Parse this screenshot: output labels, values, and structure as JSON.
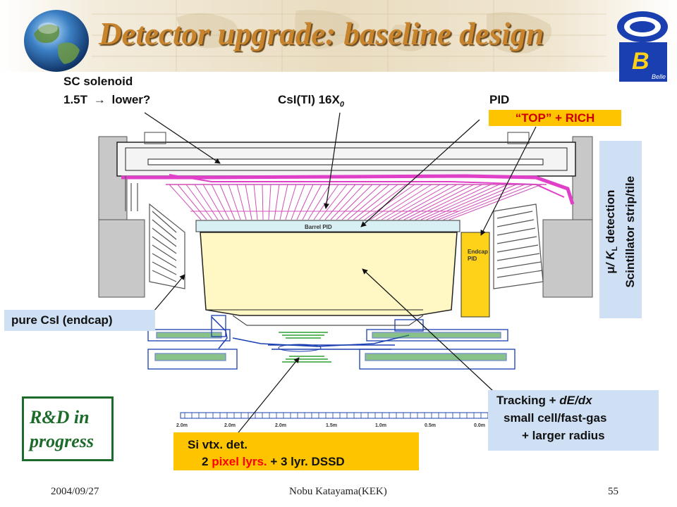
{
  "title": "Detector upgrade: baseline design",
  "labels": {
    "sc_solenoid_line1": "SC solenoid",
    "sc_solenoid_line2": "1.5T",
    "sc_solenoid_arrow": "→",
    "sc_solenoid_line2b": "lower?",
    "csi_main": "CsI(Tl) 16X",
    "csi_sub": "0",
    "pid": "PID",
    "top_rich": "“TOP” + RICH",
    "muon_line1_mu": "μ",
    "muon_line1_rest": "/ K",
    "muon_line1_sub": "L",
    "muon_line1_end": " detection",
    "muon_line2": "Scintillator strip/tile",
    "pure_csi": "pure CsI (endcap)",
    "rd_line1": "R&D in",
    "rd_line2": "progress",
    "si_line1": "Si vtx. det.",
    "si_line2_a": "2 ",
    "si_line2_red": "pixel lyrs.",
    "si_line2_b": " + 3 lyr. DSSD",
    "tracking_line1_a": "Tracking + ",
    "tracking_line1_b": "dE/dx",
    "tracking_line2": "small cell/fast-gas",
    "tracking_line3": "+ larger radius",
    "barrel_pid": "Barrel PID",
    "endcap_pid_1": "Endcap",
    "endcap_pid_2": "PID",
    "scale_ticks": [
      "2.0m",
      "2.0m",
      "2.0m",
      "1.5m",
      "1.0m",
      "0.5m",
      "0.0m"
    ]
  },
  "footer": {
    "date": "2004/09/27",
    "author": "Nobu Katayama(KEK)",
    "page": "55"
  },
  "logo": {
    "text": "Belle",
    "icon": "belle-logo-icon"
  },
  "colors": {
    "title": "#c8842c",
    "magenta": "#e040c8",
    "top_rich_bg": "#ffc400",
    "blue_box": "#cfe0f4",
    "rd_border": "#1d6b2a",
    "rd_text": "#1d6b2a",
    "red": "#ff0000",
    "endcap_yellow": "#ffd21a",
    "cdc_fill": "#fff8c4"
  }
}
